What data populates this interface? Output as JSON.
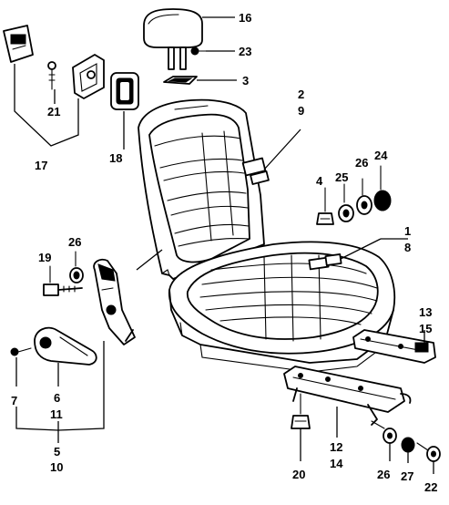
{
  "callouts": {
    "c1": "1",
    "c2": "2",
    "c3": "3",
    "c4": "4",
    "c5": "5",
    "c6": "6",
    "c7": "7",
    "c8": "8",
    "c9": "9",
    "c10": "10",
    "c11": "11",
    "c12": "12",
    "c13": "13",
    "c14": "14",
    "c15": "15",
    "c16": "16",
    "c17": "17",
    "c18": "18",
    "c19": "19",
    "c20": "20",
    "c21": "21",
    "c22": "22",
    "c23": "23",
    "c24": "24",
    "c25": "25",
    "c26a": "26",
    "c26b": "26",
    "c26c": "26",
    "c27": "27"
  }
}
